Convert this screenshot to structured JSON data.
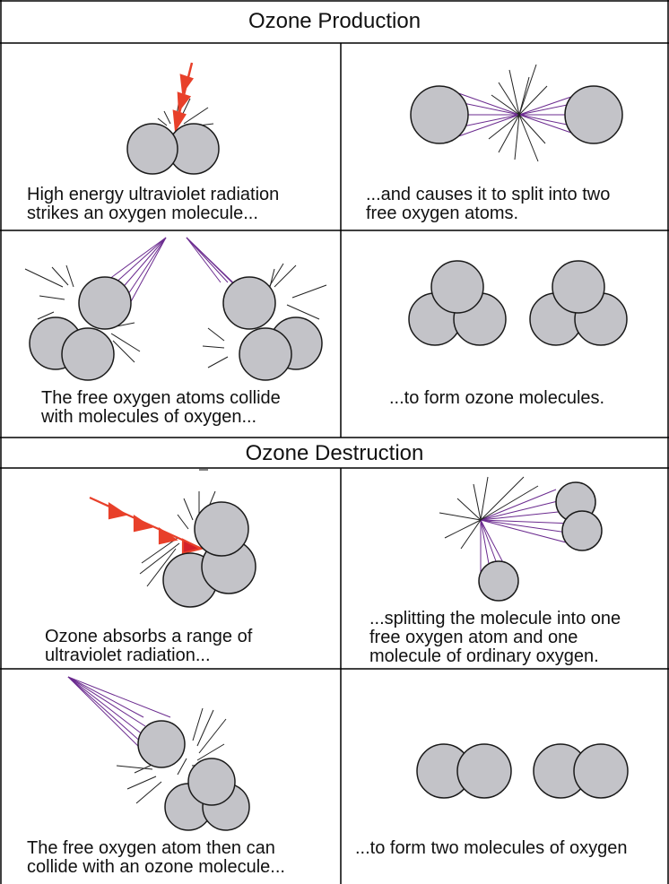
{
  "sections": [
    {
      "title": "Ozone Production",
      "panels": [
        {
          "lines": [
            "High energy ultraviolet radiation",
            "strikes an oxygen molecule..."
          ]
        },
        {
          "lines": [
            "...and causes it to split into two",
            "free oxygen atoms."
          ]
        },
        {
          "lines": [
            "The free oxygen atoms collide",
            "with molecules of oxygen..."
          ]
        },
        {
          "lines": [
            "...to form ozone molecules."
          ]
        }
      ]
    },
    {
      "title": "Ozone Destruction",
      "panels": [
        {
          "lines": [
            "Ozone absorbs a range of",
            "ultraviolet radiation..."
          ]
        },
        {
          "lines": [
            "...splitting the molecule into one",
            "free oxygen atom and one",
            "molecule of ordinary oxygen."
          ]
        },
        {
          "lines": [
            "The free oxygen atom then can",
            "collide with an ozone molecule..."
          ]
        },
        {
          "lines": [
            "...to form two molecules of oxygen"
          ]
        }
      ]
    }
  ],
  "colors": {
    "atom_fill": "#c3c3c8",
    "atom_stroke": "#1a1a1a",
    "motion_trail": "#6b2b8f",
    "uv_ray": "#e8402a",
    "uv_ray_dark": "#d4202a",
    "burst": "#222222",
    "border": "#000000"
  }
}
